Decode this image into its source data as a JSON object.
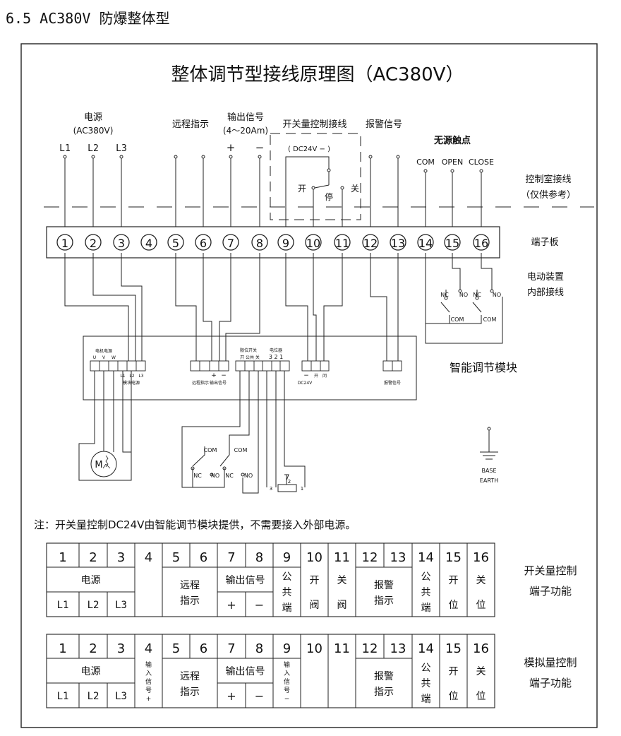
{
  "section_title": "6.5 AC380V 防爆整体型",
  "diagram_title": "整体调节型接线原理图（AC380V）",
  "groups": {
    "power": "电源",
    "power_sub": "(AC380V)",
    "remote": "远程指示",
    "output": "输出信号",
    "output_sub": "(4～20Am)",
    "switch_ctrl": "开关量控制接线",
    "alarm": "报警信号",
    "dry_contact": "无源触点"
  },
  "labels": {
    "L1": "L1",
    "L2": "L2",
    "L3": "L3",
    "plus": "+",
    "minus": "−",
    "dc24v": "( DC24V − )",
    "open": "开",
    "stop": "停",
    "close": "关",
    "com": "COM",
    "open_en": "OPEN",
    "close_en": "CLOSE",
    "control_room_1": "控制室接线",
    "control_room_2": "（仅供参考）",
    "terminal_board": "端子板",
    "internal_1": "电动装置",
    "internal_2": "内部接线",
    "module": "智能调节模块",
    "nc": "NC",
    "no": "NO",
    "base": "BASE",
    "earth": "EARTH",
    "motor": "M"
  },
  "terminals": [
    "1",
    "2",
    "3",
    "4",
    "5",
    "6",
    "7",
    "8",
    "9",
    "10",
    "11",
    "12",
    "13",
    "14",
    "15",
    "16"
  ],
  "module_labels": {
    "motor_power": "电机电源",
    "u": "U",
    "v": "V",
    "w": "W",
    "l1": "L1",
    "l2": "L2",
    "l3": "L3",
    "module_power": "模块电源",
    "remote": "远程指示",
    "output": "输出信号",
    "limit": "限位开关",
    "limit_sub": "开  公共  关",
    "pot": "电位器",
    "pot_nums": "3  2  1",
    "dc24v": "DC24V",
    "kai": "开",
    "bi": "闭",
    "alarm": "报警信号",
    "pot_1": "1",
    "pot_2": "2",
    "pot_3": "3"
  },
  "note": "注：开关量控制DC24V由智能调节模块提供，不需要接入外部电源。",
  "table1": {
    "side_1": "开关量控制",
    "side_2": "端子功能",
    "c9": "公共端",
    "c10": "开阀",
    "c11": "关阀",
    "alarm": "报警指示",
    "c14": "公共端",
    "c15": "开位",
    "c16": "关位"
  },
  "table2": {
    "side_1": "模拟量控制",
    "side_2": "端子功能",
    "c4": "输入信号+",
    "c9": "输入信号−",
    "alarm": "报警指示",
    "c14": "公共端",
    "c15": "开位",
    "c16": "关位"
  },
  "table_common": {
    "power": "电源",
    "remote_1": "远程",
    "remote_2": "指示",
    "output": "输出信号",
    "l1": "L1",
    "l2": "L2",
    "l3": "L3",
    "plus": "+",
    "minus": "−"
  }
}
